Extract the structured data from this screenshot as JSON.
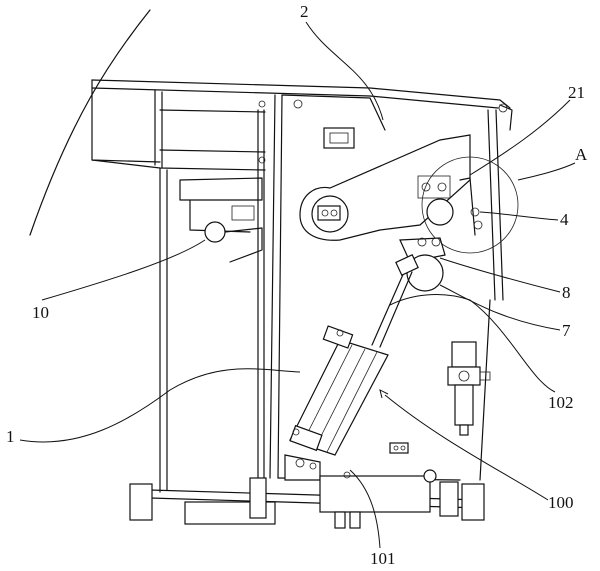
{
  "figure": {
    "labels": {
      "l2": "2",
      "l21": "21",
      "lA": "A",
      "l4": "4",
      "l8": "8",
      "l7": "7",
      "l10": "10",
      "l102": "102",
      "l1": "1",
      "l100": "100",
      "l101": "101"
    }
  }
}
